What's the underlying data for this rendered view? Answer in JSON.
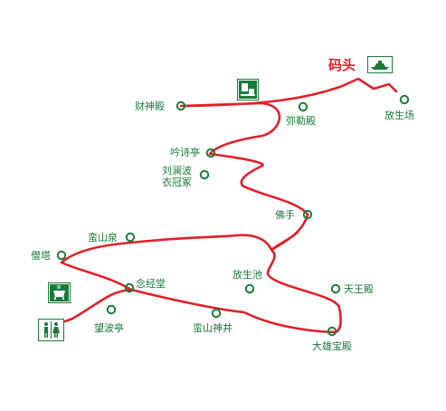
{
  "colors": {
    "route": "#e0202a",
    "poi": "#1a7a3a",
    "pier_label": "#e0202a",
    "icon_fill": "#ffffff"
  },
  "pier": {
    "label": "码头",
    "icon": "ship-icon"
  },
  "pois": {
    "fangshengchang": "放生场",
    "caishendian": "财神殿",
    "mile": "弥勒殿",
    "yinshiting": "吟诗亭",
    "liulanbo_line1": "刘澜波",
    "liulanbo_line2": "衣冠冢",
    "foshou": "佛手",
    "manshanquan": "蛮山泉",
    "sengta": "僧塔",
    "fangshengchi": "放生池",
    "nianjingtang": "念经堂",
    "tianwang": "天王殿",
    "wangboting": "望波亭",
    "manshanshenjing": "蛮山神井",
    "daxiongbaodian": "大雄宝殿"
  },
  "icons": {
    "shop": "shop-icon",
    "incense": "incense-burner-icon",
    "restroom": "restroom-icon"
  }
}
